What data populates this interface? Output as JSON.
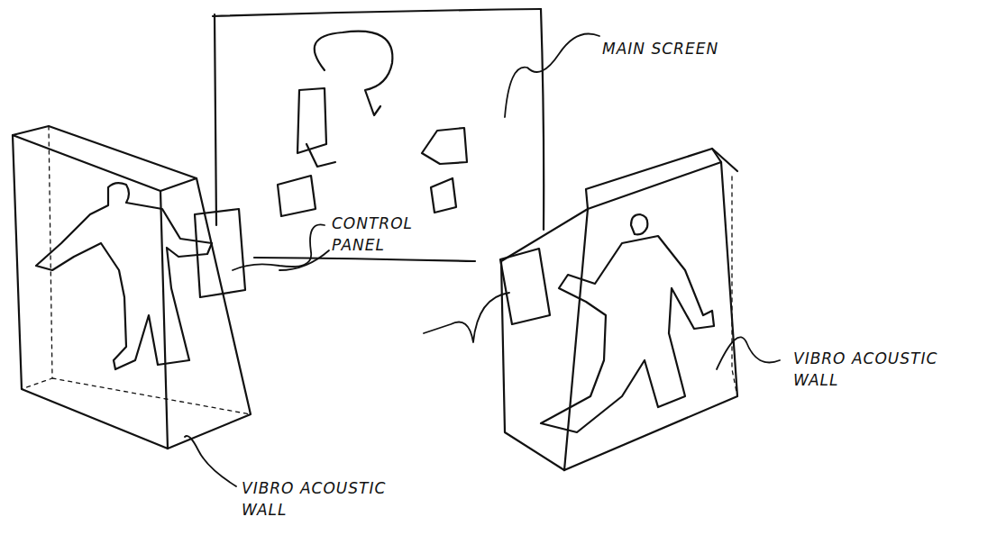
{
  "diagram": {
    "labels": [
      "MAIN SCREEN",
      "CONTROL PANEL",
      "VIBRO ACOUSTIC WALL",
      "VIBRO ACOUSTIC WALL"
    ]
  }
}
